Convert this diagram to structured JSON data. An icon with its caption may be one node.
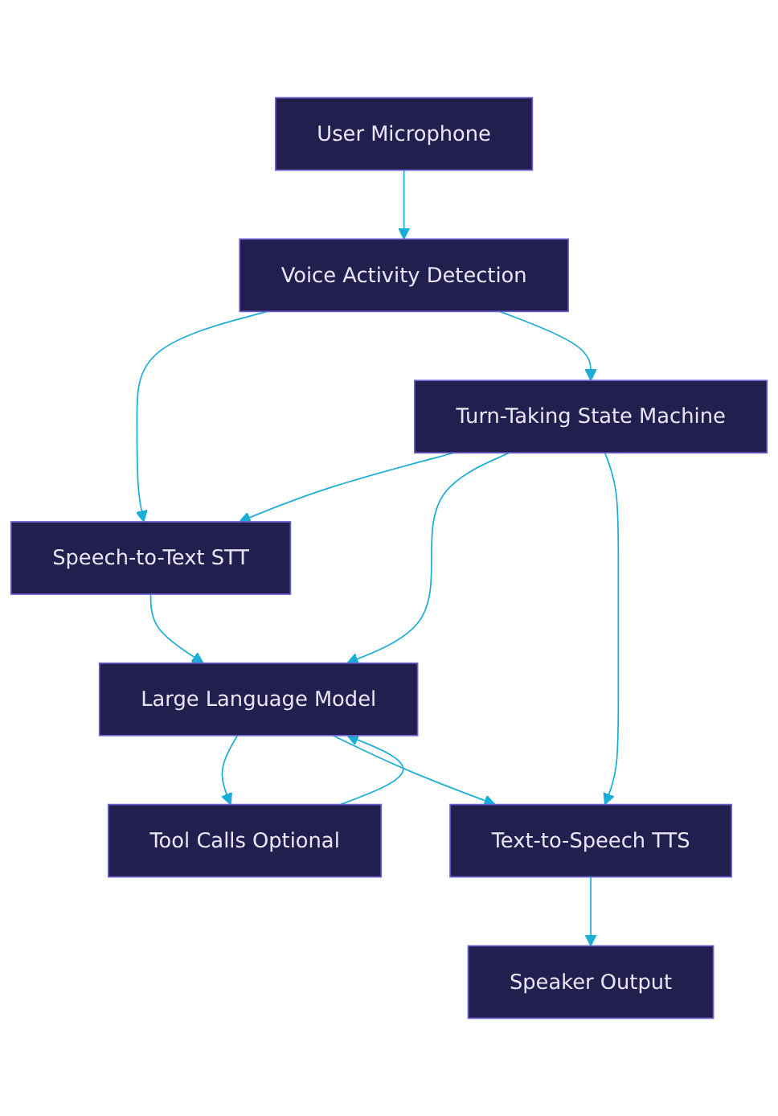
{
  "diagram": {
    "nodes": [
      {
        "text": [
          "User Microphone"
        ]
      },
      {
        "text": [
          "Voice Activity Detection"
        ]
      },
      {
        "text": [
          "Turn-Taking State Machine"
        ]
      },
      {
        "text": [
          "Speech-to-Text STT"
        ]
      },
      {
        "text": [
          "Large Language Model"
        ]
      },
      {
        "text": [
          "Tool Calls Optional"
        ]
      },
      {
        "text": [
          "Text-to-Speech TTS"
        ]
      },
      {
        "text": [
          "Speaker Output"
        ]
      }
    ],
    "edges": [
      {
        "from": 0,
        "to": 1,
        "arrow": "to"
      },
      {
        "from": 1,
        "to": 3,
        "arrow": "to"
      },
      {
        "from": 1,
        "to": 2,
        "arrow": "to"
      },
      {
        "from": 2,
        "to": 3,
        "arrow": "to"
      },
      {
        "from": 2,
        "to": 4,
        "arrow": "to"
      },
      {
        "from": 2,
        "to": 6,
        "arrow": "to"
      },
      {
        "from": 3,
        "to": 4,
        "arrow": "to"
      },
      {
        "from": 4,
        "to": 5,
        "arrow": "to"
      },
      {
        "from": 5,
        "to": 4,
        "arrow": "to"
      },
      {
        "from": 4,
        "to": 6,
        "arrow": "to"
      },
      {
        "from": 6,
        "to": 7,
        "arrow": "to"
      }
    ]
  }
}
